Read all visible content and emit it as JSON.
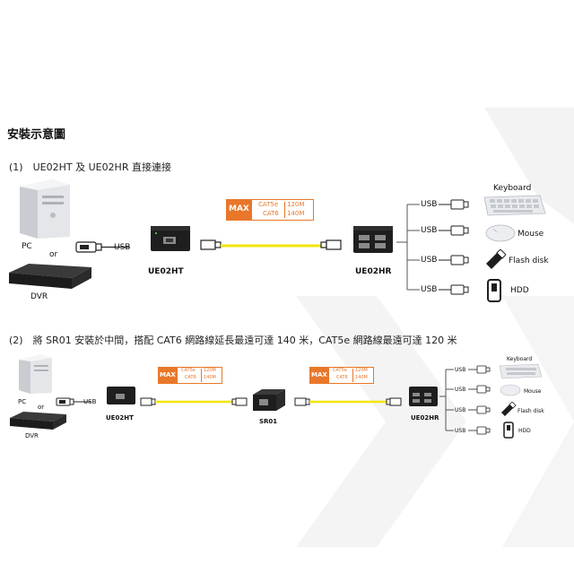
{
  "page": {
    "title": "安裝示意圖"
  },
  "section1": {
    "heading": "(1)　UE02HT 及 UE02HR 直接連接",
    "pc_label": "PC",
    "or_label": "or",
    "dvr_label": "DVR",
    "usb_label": "USB",
    "transmitter_label": "UE02HT",
    "receiver_label": "UE02HR",
    "max_badge": {
      "max": "MAX",
      "cable1": "CAT5e",
      "dist1": "120M",
      "cable2": "CAT6",
      "dist2": "140M"
    },
    "outputs": [
      {
        "port": "USB",
        "device": "Keyboard"
      },
      {
        "port": "USB",
        "device": "Mouse"
      },
      {
        "port": "USB",
        "device": "Flash disk"
      },
      {
        "port": "USB",
        "device": "HDD"
      }
    ]
  },
  "section2": {
    "heading": "(2)　將 SR01 安裝於中間，搭配 CAT6 網路線延長最遠可達 140 米，CAT5e 網路線最遠可達 120 米",
    "pc_label": "PC",
    "or_label": "or",
    "dvr_label": "DVR",
    "usb_label": "USB",
    "transmitter_label": "UE02HT",
    "repeater_label": "SR01",
    "receiver_label": "UE02HR",
    "max_badge_left": {
      "max": "MAX",
      "cable1": "CAT5e",
      "dist1": "120M",
      "cable2": "CAT6",
      "dist2": "140M"
    },
    "max_badge_right": {
      "max": "MAX",
      "cable1": "CAT5e",
      "dist1": "120M",
      "cable2": "CAT6",
      "dist2": "140M"
    },
    "outputs": [
      {
        "port": "USB",
        "device": "Keyboard"
      },
      {
        "port": "USB",
        "device": "Mouse"
      },
      {
        "port": "USB",
        "device": "Flash disk"
      },
      {
        "port": "USB",
        "device": "HDD"
      }
    ]
  },
  "colors": {
    "badge_orange": "#e8772a",
    "cable_yellow": "#f2e600",
    "device_black": "#1e1e1e",
    "pc_grey": "#d7d9dc",
    "line_grey": "#555555"
  }
}
